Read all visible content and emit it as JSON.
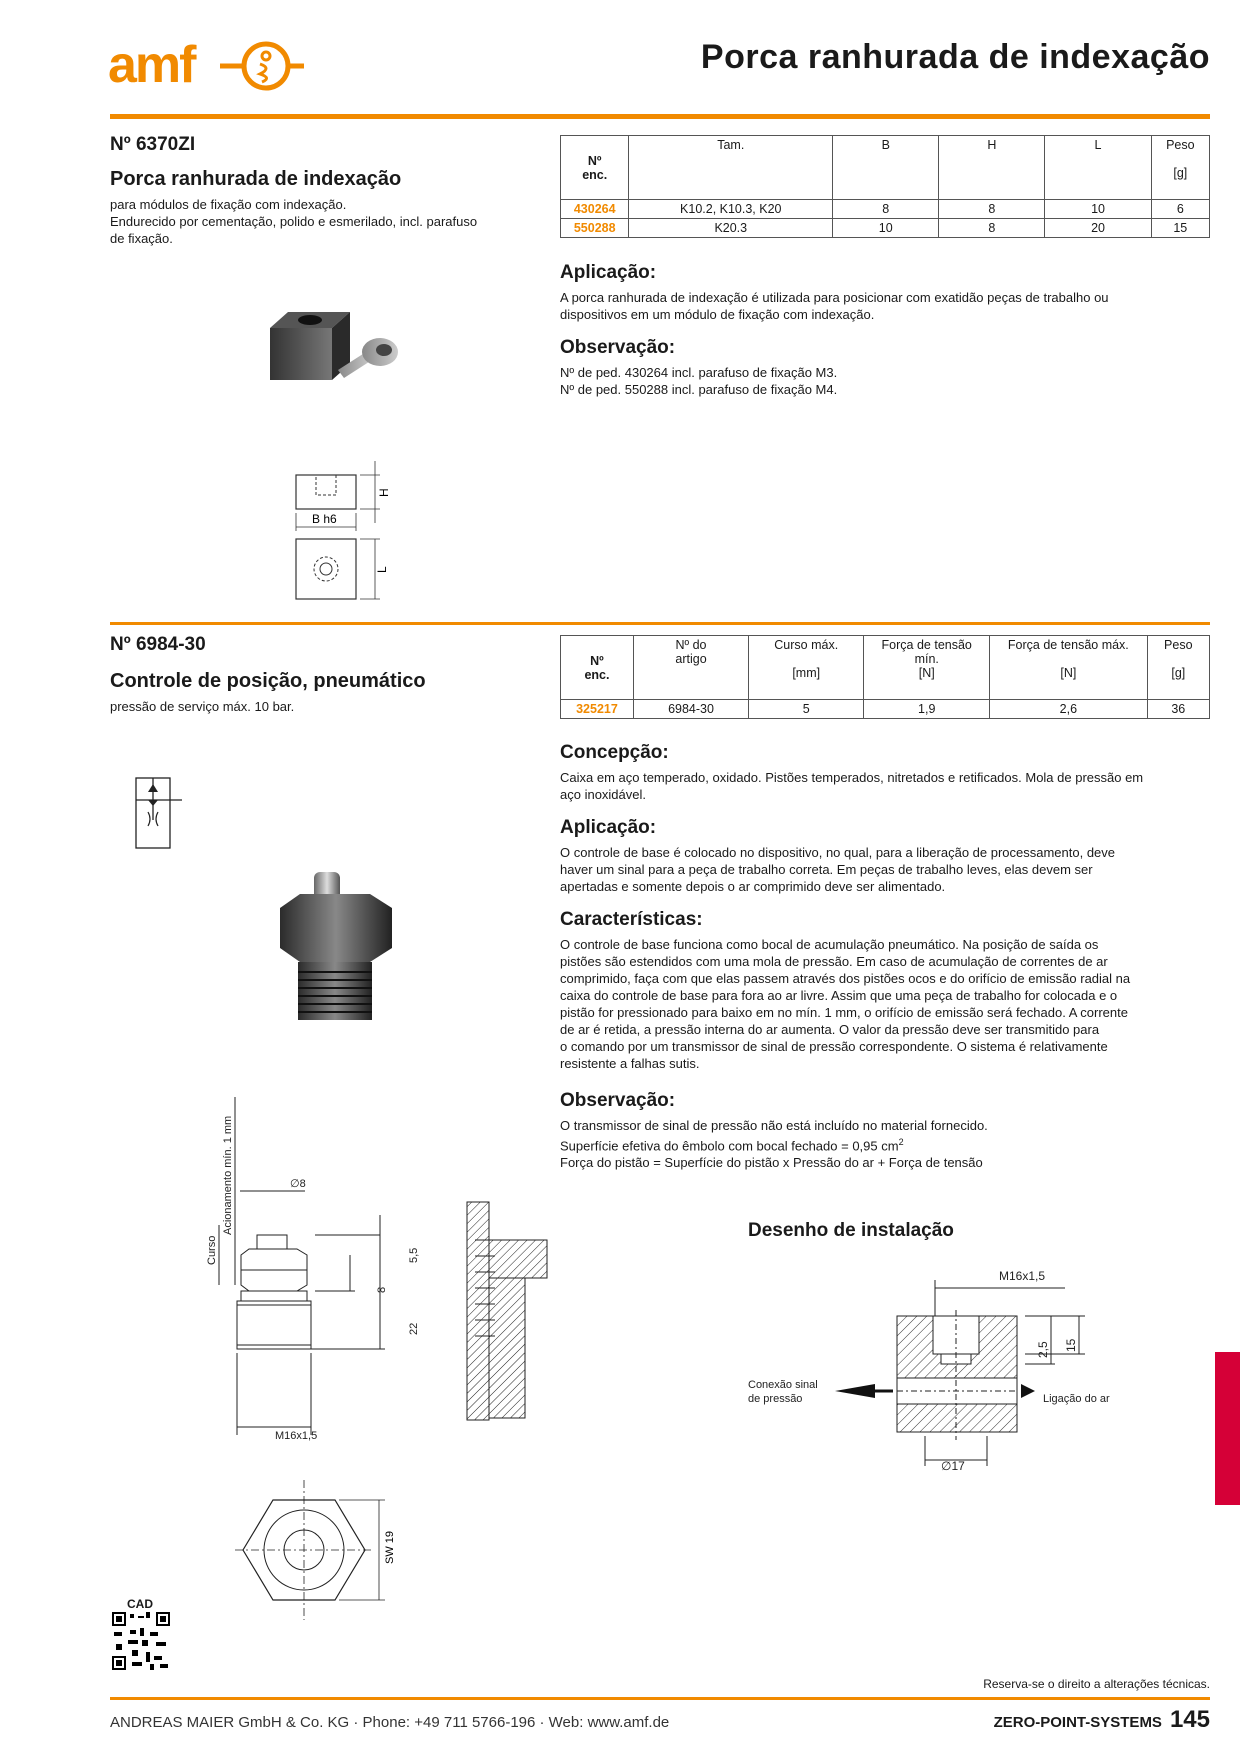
{
  "header": {
    "logo_text": "amf",
    "title": "Porca ranhurada de indexação"
  },
  "product1": {
    "number": "Nº 6370ZI",
    "name": "Porca ranhurada de indexação",
    "desc1": "para módulos de fixação com indexação.",
    "desc2": "Endurecido por cementação, polido e esmerilado, incl. parafuso",
    "desc3": "de fixação.",
    "table": {
      "h_order1": "Nº",
      "h_order2": "enc.",
      "h_size": "Tam.",
      "h_b": "B",
      "h_h": "H",
      "h_l": "L",
      "h_weight": "Peso",
      "h_weight_unit": "[g]",
      "rows": [
        {
          "code": "430264",
          "size": "K10.2, K10.3, K20",
          "b": "8",
          "h": "8",
          "l": "10",
          "weight": "6"
        },
        {
          "code": "550288",
          "size": "K20.3",
          "b": "10",
          "h": "8",
          "l": "20",
          "weight": "15"
        }
      ]
    },
    "application_title": "Aplicação:",
    "application_text1": "A porca ranhurada de indexação é utilizada para posicionar com exatidão peças de trabalho ou",
    "application_text2": "dispositivos em um módulo de fixação com indexação.",
    "note_title": "Observação:",
    "note_text1": "Nº de ped. 430264 incl. parafuso de fixação M3.",
    "note_text2": "Nº de ped. 550288 incl. parafuso de fixação M4.",
    "drawing": {
      "h": "H",
      "b": "B h6",
      "l": "L"
    }
  },
  "product2": {
    "number": "Nº 6984-30",
    "name": "Controle de posição, pneumático",
    "desc1": "pressão de serviço máx. 10 bar.",
    "table": {
      "h_order1": "Nº",
      "h_order2": "enc.",
      "h_article1": "Nº do",
      "h_article2": "artigo",
      "h_stroke": "Curso máx.",
      "h_stroke_unit": "[mm]",
      "h_fmin1": "Força de tensão",
      "h_fmin2": "mín.",
      "h_fmin_unit": "[N]",
      "h_fmax": "Força de tensão máx.",
      "h_fmax_unit": "[N]",
      "h_weight": "Peso",
      "h_weight_unit": "[g]",
      "rows": [
        {
          "code": "325217",
          "article": "6984-30",
          "stroke": "5",
          "fmin": "1,9",
          "fmax": "2,6",
          "weight": "36"
        }
      ]
    },
    "design_title": "Concepção:",
    "design_text1": "Caixa em aço temperado, oxidado. Pistões temperados, nitretados e retificados. Mola de pressão em",
    "design_text2": "aço inoxidável.",
    "application_title": "Aplicação:",
    "application_text1": "O controle de base é colocado no dispositivo, no qual, para a liberação de processamento, deve",
    "application_text2": "haver um sinal para a peça de trabalho correta. Em peças de trabalho leves, elas devem ser",
    "application_text3": "apertadas e somente depois o ar comprimido deve ser alimentado.",
    "features_title": "Características:",
    "features_lines": [
      "O controle de base funciona como bocal de acumulação pneumático. Na posição de saída os",
      "pistões são estendidos com uma mola de pressão. Em caso de acumulação de correntes de ar",
      "comprimido, faça com que elas passem através dos pistões ocos e do orifício de emissão radial na",
      "caixa do controle de base para fora ao ar livre. Assim que uma peça de trabalho for colocada e o",
      "pistão for pressionado para baixo em no mín. 1 mm, o orifício de emissão será fechado. A corrente",
      "de ar é retida, a pressão interna do ar aumenta. O valor da pressão deve ser transmitido para",
      "o comando por um transmissor de sinal de pressão correspondente. O sistema é relativamente",
      "resistente a falhas sutis."
    ],
    "note_title": "Observação:",
    "note_text1": "O transmissor de sinal de pressão não está incluído no material fornecido.",
    "note_text2a": "Superfície efetiva do êmbolo com bocal fechado = 0,95 cm",
    "note_text2b": "2",
    "note_text3": "Força do pistão = Superfície do pistão x Pressão do ar + Força de tensão",
    "install_title": "Desenho de instalação",
    "install": {
      "thread": "M16x1,5",
      "dim1": "2,5",
      "dim2": "15",
      "diam": "∅17",
      "left_label1": "Conexão sinal",
      "left_label2": "de pressão",
      "right_label": "Ligação do ar"
    },
    "drawing": {
      "actuation": "Acionamento mín. 1 mm",
      "stroke": "Curso",
      "d8": "∅8",
      "h55": "5,5",
      "h8": "8",
      "h22": "22",
      "thread": "M16x1,5",
      "sw": "SW 19"
    },
    "cad": "CAD"
  },
  "footer": {
    "rights": "Reserva-se o direito a alterações técnicas.",
    "company": "ANDREAS MAIER GmbH & Co. KG · Phone: +49 711 5766-196 · Web: www.amf.de",
    "brand": "ZERO-POINT-SYSTEMS",
    "page": "145"
  },
  "colors": {
    "accent": "#f18a00",
    "tab": "#d50037"
  }
}
